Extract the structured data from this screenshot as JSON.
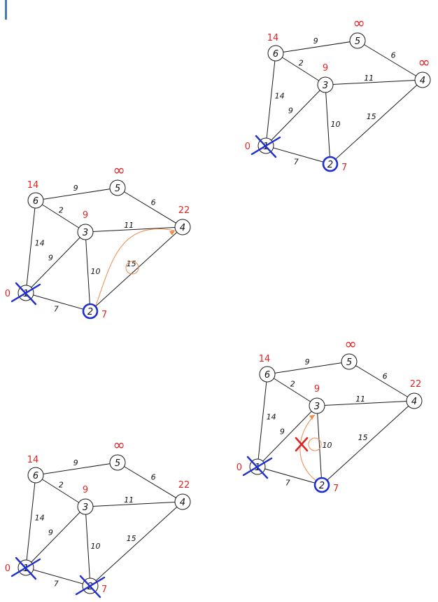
{
  "graph": {
    "nodes": [
      {
        "id": "1",
        "label": "1"
      },
      {
        "id": "2",
        "label": "2"
      },
      {
        "id": "3",
        "label": "3"
      },
      {
        "id": "4",
        "label": "4"
      },
      {
        "id": "5",
        "label": "5"
      },
      {
        "id": "6",
        "label": "6"
      }
    ],
    "edges": [
      {
        "from": "6",
        "to": "5",
        "weight": "9"
      },
      {
        "from": "5",
        "to": "4",
        "weight": "6"
      },
      {
        "from": "6",
        "to": "3",
        "weight": "2"
      },
      {
        "from": "3",
        "to": "4",
        "weight": "11"
      },
      {
        "from": "6",
        "to": "1",
        "weight": "14"
      },
      {
        "from": "1",
        "to": "3",
        "weight": "9"
      },
      {
        "from": "3",
        "to": "2",
        "weight": "10"
      },
      {
        "from": "2",
        "to": "4",
        "weight": "15"
      },
      {
        "from": "1",
        "to": "2",
        "weight": "7"
      }
    ]
  },
  "inf_symbol": "∞",
  "steps": [
    {
      "id": "step-a",
      "distances": {
        "1": "0",
        "2": "7",
        "3": "9",
        "4": "∞",
        "5": "∞",
        "6": "14"
      },
      "visited": [
        "1"
      ],
      "current": "2",
      "relax_edge": null,
      "rejected": false
    },
    {
      "id": "step-b",
      "distances": {
        "1": "0",
        "2": "7",
        "3": "9",
        "4": "22",
        "5": "∞",
        "6": "14"
      },
      "visited": [
        "1"
      ],
      "current": "2",
      "relax_edge": {
        "to": "4",
        "weight": "15"
      },
      "rejected": false
    },
    {
      "id": "step-c",
      "distances": {
        "1": "0",
        "2": "7",
        "3": "9",
        "4": "22",
        "5": "∞",
        "6": "14"
      },
      "visited": [
        "1"
      ],
      "current": "2",
      "relax_edge": {
        "to": "3",
        "weight": "10"
      },
      "rejected": true
    },
    {
      "id": "step-d",
      "distances": {
        "1": "0",
        "2": "7",
        "3": "9",
        "4": "22",
        "5": "∞",
        "6": "14"
      },
      "visited": [
        "1",
        "2"
      ],
      "current": null,
      "relax_edge": null,
      "rejected": false
    }
  ]
}
